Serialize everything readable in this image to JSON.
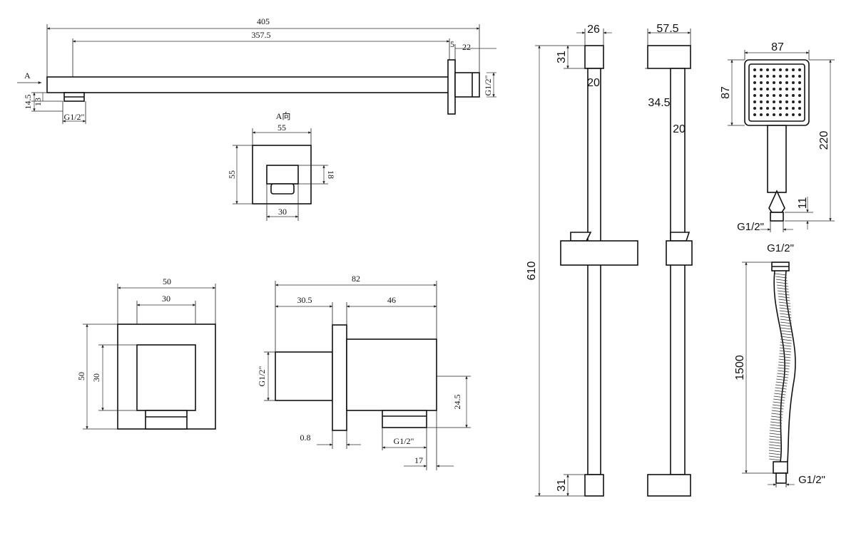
{
  "shower_arm": {
    "length_total": "405",
    "length_inner": "357.5",
    "flange_thk": "5",
    "flange_depth": "22",
    "thread_right": "G1/2\"",
    "view_marker": "A",
    "height_outer": "14.5",
    "height_inner": "13",
    "thread_bottom": "G1/2\""
  },
  "view_a": {
    "title": "A向",
    "width": "55",
    "height": "55",
    "outlet_w": "30",
    "outlet_h": "18"
  },
  "wall_outlet_front": {
    "width": "50",
    "inner_width": "30",
    "height": "50",
    "inner_height": "30"
  },
  "wall_outlet_side": {
    "total": "82",
    "left": "30.5",
    "right": "46",
    "thread_left": "G1/2\"",
    "plate": "0.8",
    "thread_bottom": "G1/2\"",
    "outlet_height": "24.5",
    "outlet_offset": "17"
  },
  "rail_front": {
    "width": "26",
    "cap_top": "31",
    "rod": "20",
    "length": "610",
    "cap_bottom": "31"
  },
  "rail_side": {
    "width": "57.5",
    "depth": "34.5",
    "rod": "20"
  },
  "hand_shower": {
    "head_width": "87",
    "head_height": "87",
    "length": "220",
    "tip": "11",
    "thread": "G1/2\""
  },
  "hose": {
    "thread_top": "G1/2\"",
    "length": "1500",
    "thread_bottom": "G1/2\""
  }
}
